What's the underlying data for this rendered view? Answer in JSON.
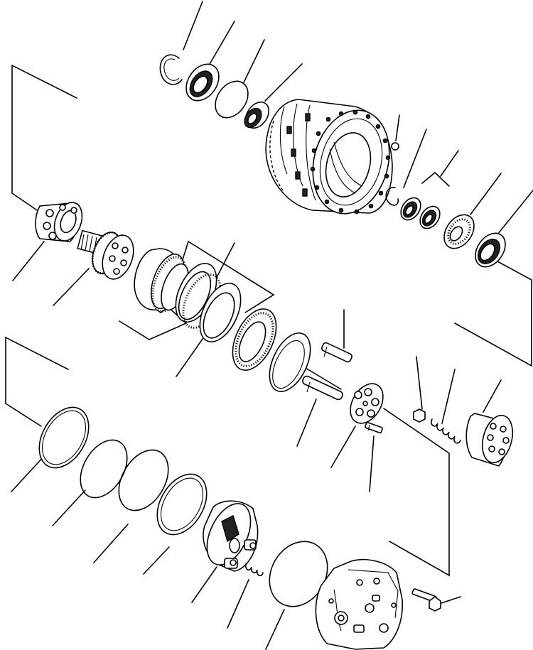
{
  "diagram": {
    "type": "exploded-parts-view",
    "background_color": "#ffffff",
    "line_color": "#000000",
    "parts": [
      {
        "id": "snap-ring-top"
      },
      {
        "id": "oil-seal-top"
      },
      {
        "id": "o-ring-top"
      },
      {
        "id": "taper-bearing-top"
      },
      {
        "id": "housing-hub"
      },
      {
        "id": "plug"
      },
      {
        "id": "snap-ring-right"
      },
      {
        "id": "seal-right-1"
      },
      {
        "id": "seal-right-2"
      },
      {
        "id": "bearing-right"
      },
      {
        "id": "ring-gear-right"
      },
      {
        "id": "roller-bearing-left"
      },
      {
        "id": "shaft-gear"
      },
      {
        "id": "brake-plate-set"
      },
      {
        "id": "friction-disc"
      },
      {
        "id": "plate-ring"
      },
      {
        "id": "pin"
      },
      {
        "id": "piston-pin"
      },
      {
        "id": "retainer-plate"
      },
      {
        "id": "small-bolt"
      },
      {
        "id": "nut"
      },
      {
        "id": "spring"
      },
      {
        "id": "cylinder-block"
      },
      {
        "id": "shim"
      },
      {
        "id": "o-ring-a"
      },
      {
        "id": "o-ring-b"
      },
      {
        "id": "seal-ring"
      },
      {
        "id": "piston-housing"
      },
      {
        "id": "spring-small"
      },
      {
        "id": "o-ring-large"
      },
      {
        "id": "valve-cover"
      },
      {
        "id": "bolt"
      }
    ]
  }
}
